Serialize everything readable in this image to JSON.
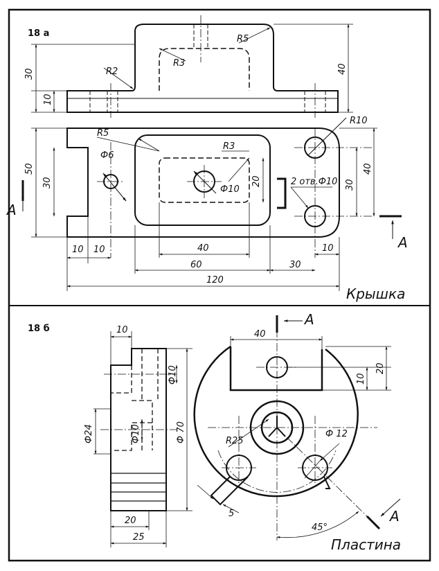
{
  "panel_a": {
    "number": "18 а",
    "title": "Крышка",
    "dims": {
      "d30": "30",
      "d10": "10",
      "d40": "40",
      "r2": "R2",
      "r3": "R3",
      "r5": "R5",
      "r5b": "R5",
      "r3b": "R3",
      "r10": "R10",
      "phi6": "Ф6",
      "phi10": "Ф10",
      "d20": "20",
      "holes": "2 отв.Ф10",
      "d30b": "30",
      "d40b": "40",
      "d50": "50",
      "d30c": "30",
      "b10a": "10",
      "b10b": "10",
      "b40": "40",
      "b60": "60",
      "b30": "30",
      "b10c": "10",
      "b120": "120"
    },
    "section": "А"
  },
  "panel_b": {
    "number": "18 б",
    "title": "Пластина",
    "dims": {
      "t10": "10",
      "phi10a": "Ф10",
      "phi24": "Ф24",
      "phi10b": "Ф10",
      "phi70": "Ф 70",
      "d20": "20",
      "d25": "25",
      "d40": "40",
      "d10": "10",
      "d20b": "20",
      "r25": "R25",
      "phi12": "Ф 12",
      "d5": "5",
      "a45": "45°"
    },
    "section": "А"
  }
}
